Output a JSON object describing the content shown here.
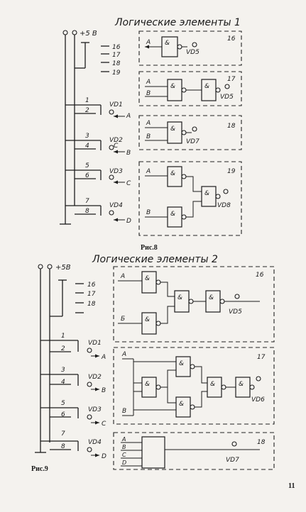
{
  "figure8": {
    "title": "Логические элементы 1",
    "caption": "Рис.8",
    "supply": "+5 В",
    "switch_labels": [
      "16",
      "17",
      "18",
      "19"
    ],
    "inputs": [
      {
        "num": "1",
        "led": "VD1",
        "out": "A"
      },
      {
        "num": "2",
        "led": "",
        "out": ""
      },
      {
        "num": "3",
        "led": "VD2",
        "out": "C"
      },
      {
        "num": "4",
        "led": "",
        "out": "B"
      },
      {
        "num": "5",
        "led": "VD3",
        "out": ""
      },
      {
        "num": "6",
        "led": "",
        "out": "C"
      },
      {
        "num": "7",
        "led": "VD4",
        "out": ""
      },
      {
        "num": "8",
        "led": "",
        "out": "D"
      }
    ],
    "blocks": [
      {
        "num": "16",
        "led": "VD5",
        "in_a": "A",
        "in_b": ""
      },
      {
        "num": "17",
        "led": "VD5",
        "in_a": "A",
        "in_b": "B"
      },
      {
        "num": "18",
        "led": "VD7",
        "in_a": "A",
        "in_b": "B"
      },
      {
        "num": "19",
        "led": "VD8",
        "in_a": "A",
        "in_b": "B"
      }
    ]
  },
  "figure9": {
    "title": "Логические элементы 2",
    "caption": "Рис.9",
    "supply": "+5В",
    "switch_labels": [
      "16",
      "17",
      "18"
    ],
    "inputs": [
      {
        "num": "1",
        "led": "VD1",
        "out": ""
      },
      {
        "num": "2",
        "led": "",
        "out": "A"
      },
      {
        "num": "3",
        "led": "VD2",
        "out": ""
      },
      {
        "num": "4",
        "led": "",
        "out": "B"
      },
      {
        "num": "5",
        "led": "VD3",
        "out": ""
      },
      {
        "num": "6",
        "led": "",
        "out": "C"
      },
      {
        "num": "7",
        "led": "VD4",
        "out": ""
      },
      {
        "num": "8",
        "led": "",
        "out": "D"
      }
    ],
    "blocks": [
      {
        "num": "16",
        "led": "VD5",
        "in_a": "A",
        "in_b": "Б"
      },
      {
        "num": "17",
        "led": "VD6",
        "in_a": "A",
        "in_b": "B"
      },
      {
        "num": "18",
        "led": "VD7",
        "in_a": "A",
        "in_b": "B",
        "in_c": "C",
        "in_d": "D"
      }
    ]
  },
  "gate_symbol": "&",
  "page_number": "11"
}
